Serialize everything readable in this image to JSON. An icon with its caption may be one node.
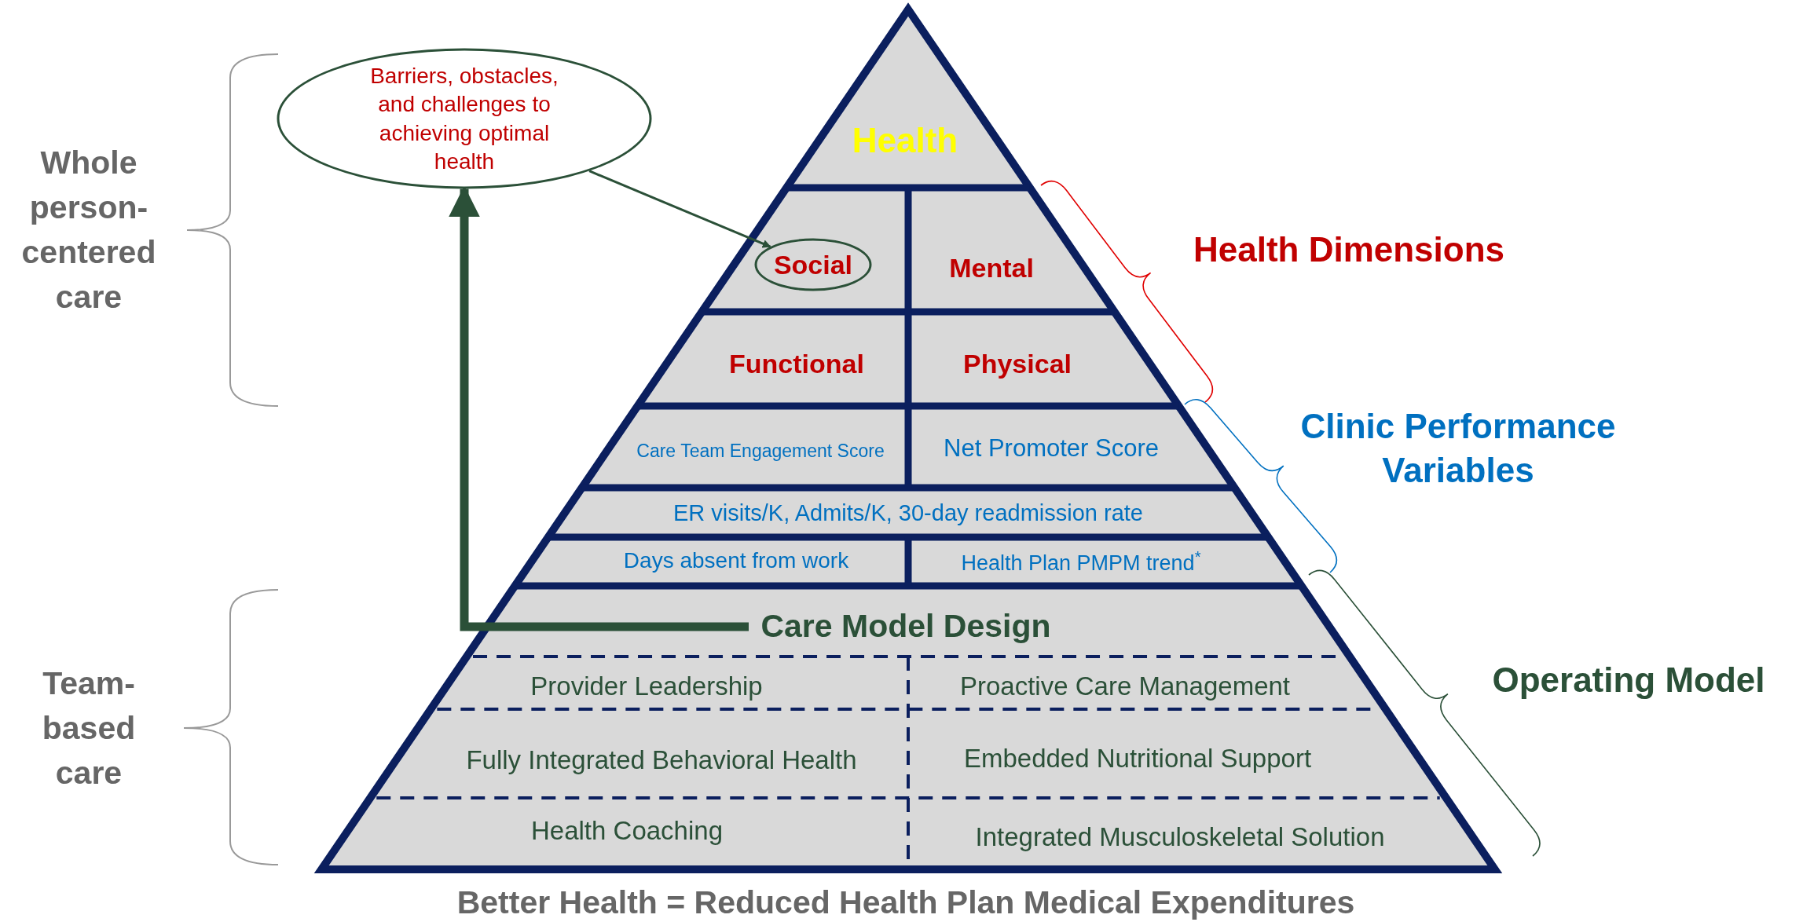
{
  "diagram": {
    "caption": "Better Health = Reduced Health Plan Medical Expenditures",
    "nodes": [
      {
        "text": [
          "Barriers, obstacles, and challenges to achieving optimal health"
        ]
      },
      {
        "text": [
          "Health"
        ]
      },
      {
        "text": [
          "Social"
        ]
      },
      {
        "text": [
          "Mental"
        ]
      },
      {
        "text": [
          "Functional"
        ]
      },
      {
        "text": [
          "Physical"
        ]
      },
      {
        "text": [
          "Care Team Engagement Score"
        ]
      },
      {
        "text": [
          "Net Promoter Score"
        ]
      },
      {
        "text": [
          "ER visits/K, Admits/K, 30-day readmission rate"
        ]
      },
      {
        "text": [
          "Days absent from work"
        ]
      },
      {
        "text": [
          "Health Plan PMPM trend$^{*}$"
        ]
      },
      {
        "text": [
          "Care Model Design"
        ]
      },
      {
        "text": [
          "Provider Leadership"
        ]
      },
      {
        "text": [
          "Proactive Care Management"
        ]
      },
      {
        "text": [
          "Fully Integrated Behavioral Health"
        ]
      },
      {
        "text": [
          "Embedded Nutritional Support"
        ]
      },
      {
        "text": [
          "Health Coaching"
        ]
      },
      {
        "text": [
          "Integrated Musculoskeletal Solution"
        ]
      }
    ],
    "edges": [
      {
        "from": 0,
        "to": 2,
        "arrow": "to"
      },
      {
        "from": 11,
        "to": 0,
        "arrow": "to",
        "style": "thick"
      }
    ],
    "labels": [
      "Whole person-centered care",
      "Team-based care",
      "Health Dimensions",
      "Clinic Performance Variables",
      "Operating Model"
    ]
  }
}
